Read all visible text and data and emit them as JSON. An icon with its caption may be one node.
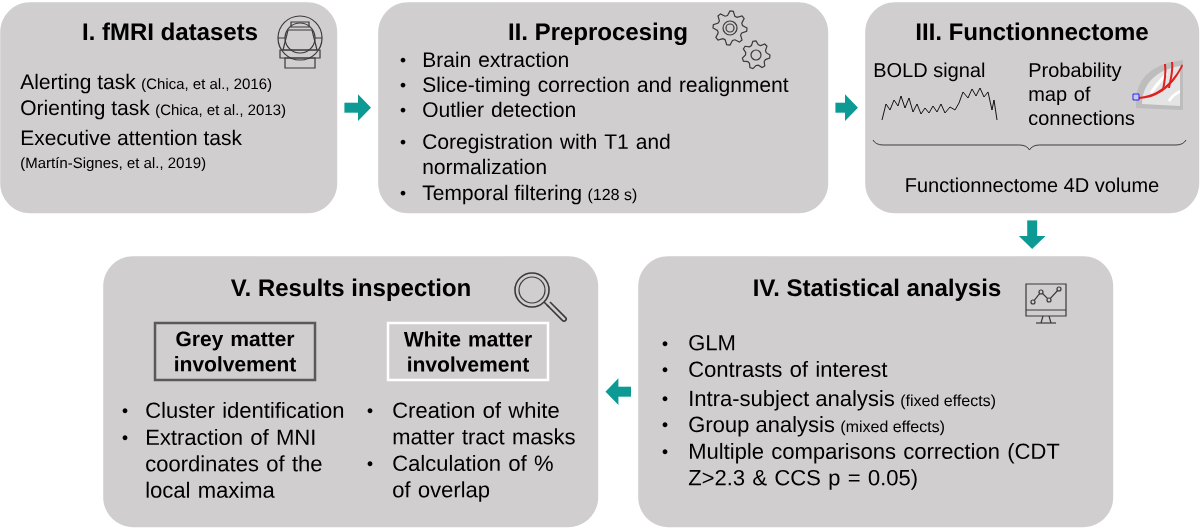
{
  "diagram": {
    "nodes": [
      {
        "text": [
          "I. fMRI datasets",
          "Alerting task",
          "(Chica, et al., 2016)",
          "Orienting task",
          "(Chica, et al., 2013)",
          "Executive attention task",
          "(Martín-Signes, et al., 2019)"
        ]
      },
      {
        "text": [
          "II. Preprocesing",
          "Brain extraction",
          "Slice-timing correction and realignment",
          "Outlier detection",
          "Coregistration with T1 and normalization",
          "Temporal filtering",
          "(128 s)"
        ]
      },
      {
        "text": [
          "III. Functionnectome",
          "BOLD signal",
          "Probability map of connections",
          "Functionnectome 4D volume"
        ]
      },
      {
        "text": [
          "IV. Statistical analysis",
          "GLM",
          "Contrasts of interest",
          "Intra-subject analysis",
          "(fixed effects)",
          "Group analysis",
          "(mixed effects)",
          "Multiple comparisons correction (CDT Z>2.3 & CCS p = 0.05)"
        ]
      },
      {
        "text": [
          "V. Results inspection",
          "Cluster identification",
          "Extraction of MNI coordinates of the local maxima",
          "Creation of white matter tract masks",
          "Calculation of % of overlap"
        ]
      },
      {
        "text": [
          "Grey matter involvement"
        ],
        "in": 4
      },
      {
        "text": [
          "White matter involvement"
        ],
        "in": 4
      }
    ],
    "edges": [
      {
        "from": 0,
        "to": 1,
        "arrow": "to"
      },
      {
        "from": 1,
        "to": 2,
        "arrow": "to"
      },
      {
        "from": 2,
        "to": 3,
        "arrow": "to"
      },
      {
        "from": 3,
        "to": 4,
        "arrow": "to"
      }
    ]
  }
}
